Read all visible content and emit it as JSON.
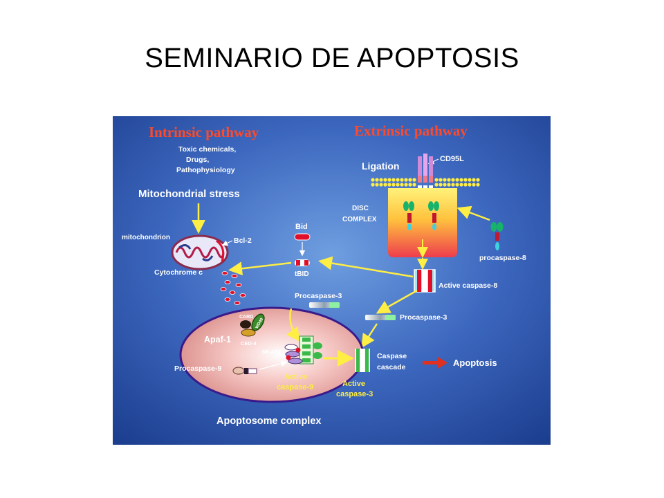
{
  "slide": {
    "title": "SEMINARIO DE APOPTOSIS"
  },
  "diagram": {
    "intrinsic_title": "Intrinsic pathway",
    "extrinsic_title": "Extrinsic pathway",
    "stimuli": [
      "Toxic chemicals,",
      "Drugs,",
      "Pathophysiology"
    ],
    "mito_stress": "Mitochondrial stress",
    "mitochondrion": "mitochondrion",
    "bcl2": "Bcl-2",
    "cytochrome_c": "Cytochrome c",
    "bid": "Bid",
    "tbid": "tBID",
    "ligation": "Ligation",
    "cd95l": "CD95L",
    "disc": [
      "DISC",
      "COMPLEX"
    ],
    "procaspase8": "procaspase-8",
    "active_caspase8": "Active caspase-8",
    "procaspase3_top": "Procaspase-3",
    "procaspase3_right": "Procaspase-3",
    "card": "CARD",
    "wd40": "WD40",
    "apaf1": "Apaf-1",
    "ced4": "CED-4",
    "nb_arc": "NB-ARC",
    "procaspase9": "Procaspase-9",
    "active_caspase9": [
      "Active",
      "caspase-9"
    ],
    "active_caspase3": [
      "Active",
      "caspase-3"
    ],
    "caspase_cascade": [
      "Caspase",
      "cascade"
    ],
    "apoptosis": "Apoptosis",
    "apoptosome": "Apoptosome complex"
  }
}
